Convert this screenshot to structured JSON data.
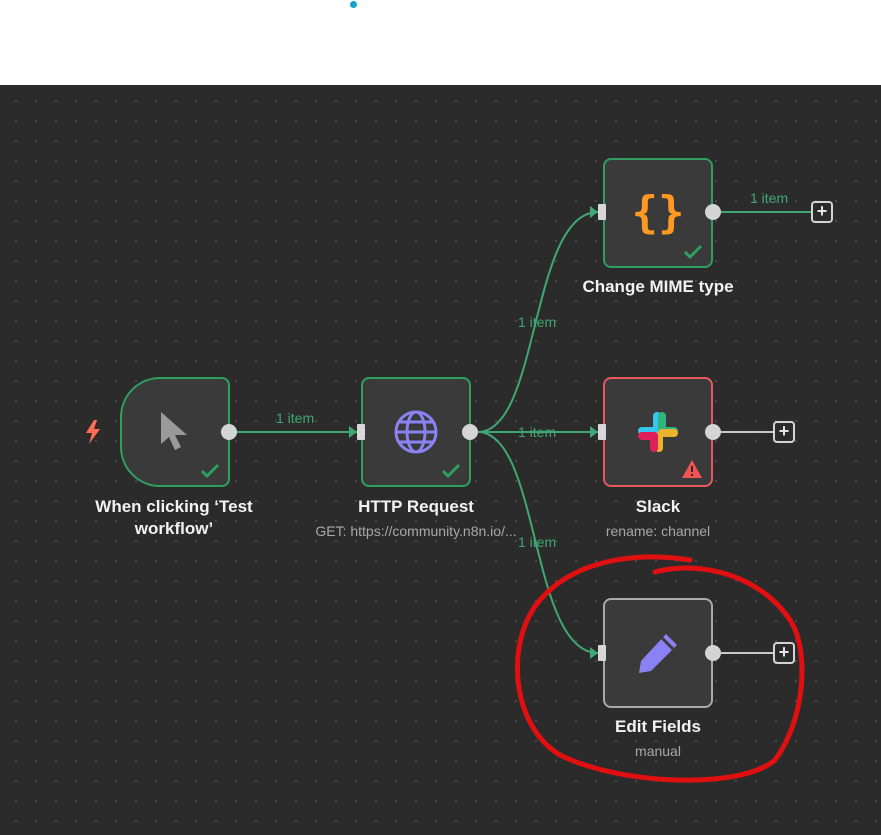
{
  "nodes": {
    "trigger": {
      "title": "When clicking ‘Test workflow’",
      "icon": "cursor-icon"
    },
    "http": {
      "title": "HTTP Request",
      "subtitle": "GET: https://community.n8n.io/...",
      "icon": "globe-icon"
    },
    "mime": {
      "title": "Change MIME type",
      "icon": "curly-braces-icon"
    },
    "slack": {
      "title": "Slack",
      "subtitle": "rename: channel",
      "icon": "slack-icon"
    },
    "edit": {
      "title": "Edit Fields",
      "subtitle": "manual",
      "icon": "pencil-icon"
    }
  },
  "edges": {
    "trigger_http": "1 item",
    "http_mime": "1 item",
    "http_slack": "1 item",
    "http_edit": "1 item",
    "mime_out": "1 item"
  },
  "add_button": "+",
  "colors": {
    "canvas": "#2b2b2b",
    "success": "#2f9e5f",
    "error": "#e5585b",
    "edge": "#3fa872",
    "annotation": "#e01010"
  }
}
